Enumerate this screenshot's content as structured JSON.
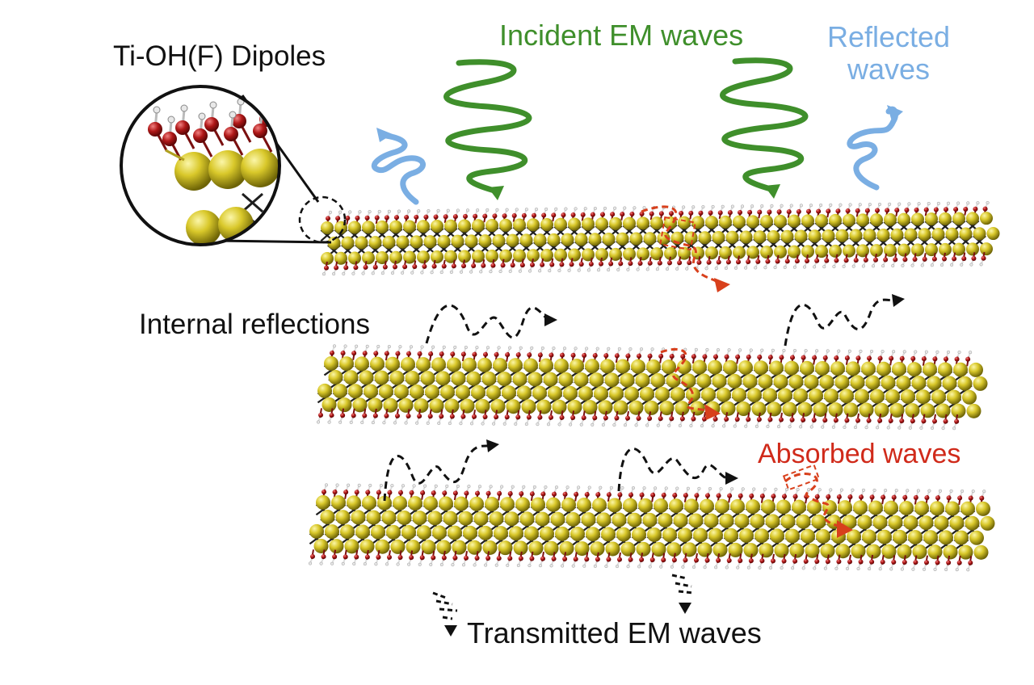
{
  "labels": {
    "dipoles": "Ti-OH(F) Dipoles",
    "incident": "Incident EM waves",
    "reflected_line1": "Reflected",
    "reflected_line2": "waves",
    "internal": "Internal reflections",
    "absorbed": "Absorbed waves",
    "transmitted": "Transmitted EM waves"
  },
  "colors": {
    "incident": "#3f8f2b",
    "reflected": "#7aaee3",
    "absorbed": "#d02a1a",
    "internal": "#111111",
    "ti_atom": "#d8c820",
    "o_atom": "#b01818",
    "h_atom": "#e8e8e8",
    "c_atom": "#1e1e1e"
  }
}
